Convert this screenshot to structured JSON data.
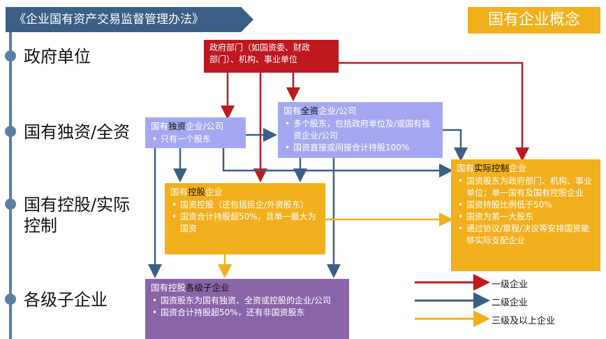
{
  "header": {
    "banner": "《企业国有资产交易监督管理办法》",
    "concept": "国有企业概念"
  },
  "levels": [
    "政府单位",
    "国有独资/全资",
    "国有控股/实际",
    "控制",
    "各级子企业"
  ],
  "gov_box": {
    "line1": "政府部门（如国资委、财政",
    "line2": "部门）、机构、事业单位"
  },
  "sole_box": {
    "t1": "国有",
    "hl": "独资",
    "t2": "企业/公司",
    "items": [
      "只有一个股东"
    ]
  },
  "full_box": {
    "t1": "国有",
    "hl": "全资",
    "t2": "企业/公司",
    "items": [
      "多个股东，包括政府单位及/或国有独资企业/公司",
      "国资直接或间接合计持股100%"
    ]
  },
  "ctrl_box": {
    "t1": "国有",
    "hl": "控股",
    "t2": "企业",
    "items": [
      "国资控股（还包括民企/外资股东）",
      "国资合计持股超50%，且单一最大为国资"
    ]
  },
  "actual_box": {
    "t1": "国有",
    "hl": "实际控制",
    "t2": "企业",
    "items": [
      "国资股东为政府部门、机构、事业单位；单一国有及国有控股企业",
      "国资持股比例低于50%",
      "国资为第一大股东",
      "通过协议/章程/决议等安排国资能够实际支配企业"
    ]
  },
  "sub_box": {
    "t1": "国有控股",
    "hl": "各级子企业",
    "items": [
      "国资股东为国有独资、全资或控股的企业/公司",
      "国资合计持股超50%，还有非国资股东"
    ]
  },
  "legend": [
    {
      "label": "一级企业",
      "color": "#c0181f"
    },
    {
      "label": "二级企业",
      "color": "#3b5f86"
    },
    {
      "label": "三级及以上企业",
      "color": "#f2b01e"
    }
  ]
}
